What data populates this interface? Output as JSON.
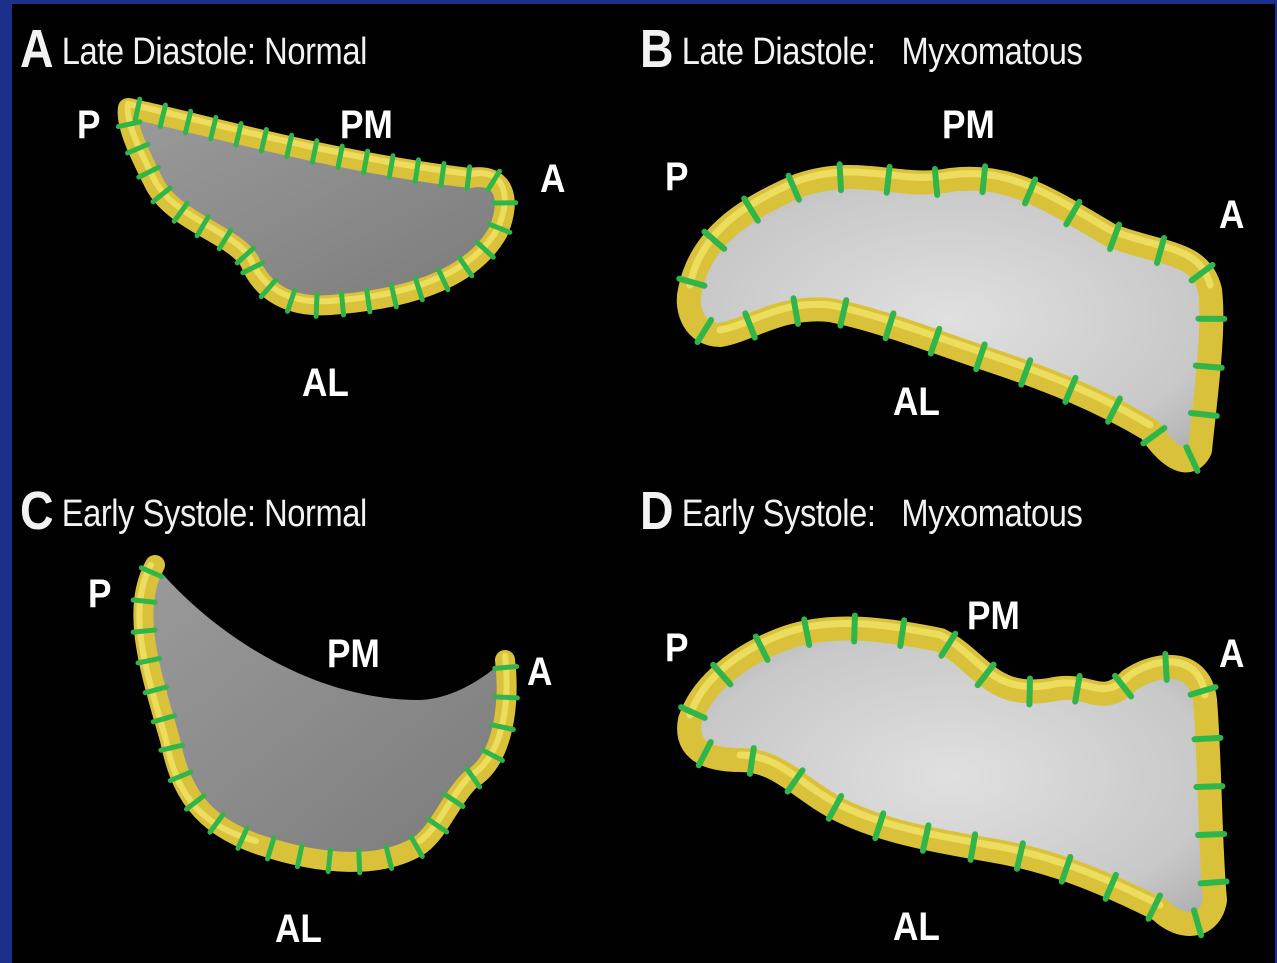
{
  "panels": [
    {
      "id": "A",
      "letter": "A",
      "title": "Late Diastole: Normal",
      "labels": {
        "P": "P",
        "PM": "PM",
        "A": "A",
        "AL": "AL"
      }
    },
    {
      "id": "B",
      "letter": "B",
      "title": "Late Diastole:   Myxomatous",
      "labels": {
        "P": "P",
        "PM": "PM",
        "A": "A",
        "AL": "AL"
      }
    },
    {
      "id": "C",
      "letter": "C",
      "title": "Early Systole: Normal",
      "labels": {
        "P": "P",
        "PM": "PM",
        "A": "A",
        "AL": "AL"
      }
    },
    {
      "id": "D",
      "letter": "D",
      "title": "Early Systole:   Myxomatous",
      "labels": {
        "P": "P",
        "PM": "PM",
        "A": "A",
        "AL": "AL"
      }
    }
  ],
  "colors": {
    "background": "#010101",
    "frame": "#1c2f8a",
    "rim": "#d9c23a",
    "rim_highlight": "#f3e56a",
    "marker": "#2fb54a",
    "leaflet_normal": "#8f8f8f",
    "leaflet_myxomatous": "#cfcfcf"
  }
}
